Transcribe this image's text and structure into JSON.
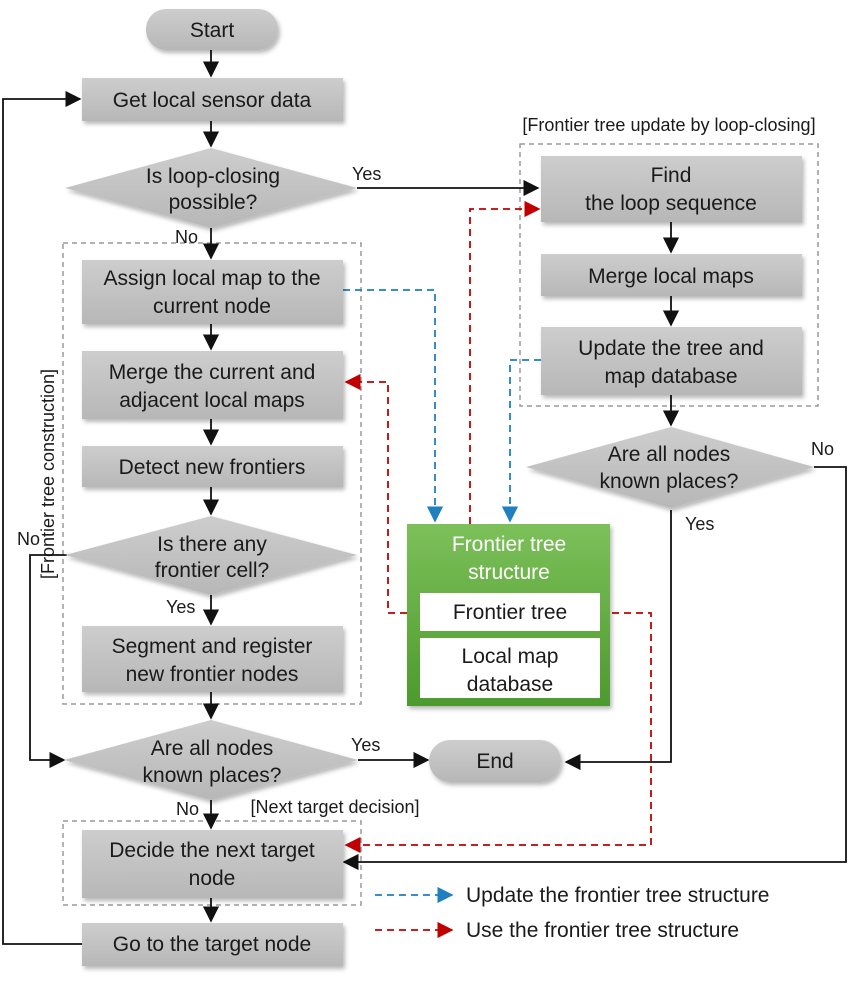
{
  "nodes": {
    "start": "Start",
    "get_sensor": "Get local sensor data",
    "loop_check": [
      "Is loop-closing",
      "possible?"
    ],
    "assign": [
      "Assign local map to the",
      "current node"
    ],
    "merge_current": [
      "Merge the current and",
      "adjacent local maps"
    ],
    "detect": "Detect new frontiers",
    "frontier_check": [
      "Is there any",
      "frontier cell?"
    ],
    "segment": [
      "Segment and register",
      "new frontier nodes"
    ],
    "known_left": [
      "Are all nodes",
      "known places?"
    ],
    "end": "End",
    "decide": [
      "Decide the next target",
      "node"
    ],
    "goto": "Go to the target node",
    "find_loop": [
      "Find",
      "the loop sequence"
    ],
    "merge_local": "Merge local maps",
    "update_tree": [
      "Update the tree and",
      "map database"
    ],
    "known_right": [
      "Are all nodes",
      "known places?"
    ]
  },
  "structure": {
    "title": [
      "Frontier tree",
      "structure"
    ],
    "tree": "Frontier tree",
    "db": [
      "Local map",
      "database"
    ]
  },
  "groups": {
    "construction": "[Frontier tree construction]",
    "loop_update": "[Frontier tree update by loop-closing]",
    "next_target": "[Next target decision]"
  },
  "edge_labels": {
    "yes_loop": "Yes",
    "no_loop": "No",
    "no_frontier": "No",
    "yes_frontier": "Yes",
    "yes_known_left": "Yes",
    "no_known_left": "No",
    "no_known_right": "No",
    "yes_known_right": "Yes"
  },
  "legend": {
    "update": "Update the frontier tree structure",
    "use": "Use the frontier tree structure"
  },
  "colors": {
    "box": "#c0c0c0",
    "green": "#6ab04c",
    "blue_dash": "#1f7fc0",
    "red_dash": "#c00000"
  }
}
